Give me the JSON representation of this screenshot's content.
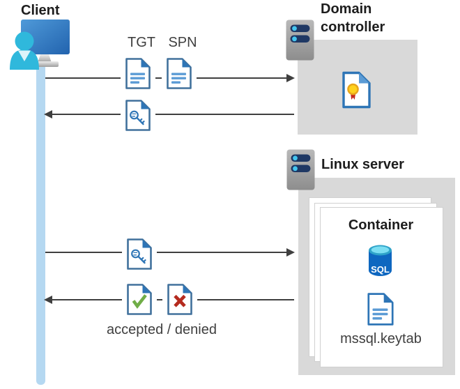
{
  "client": {
    "label": "Client"
  },
  "domain_controller": {
    "label": "Domain controller"
  },
  "linux_server": {
    "label": "Linux server"
  },
  "container": {
    "label": "Container",
    "sql_badge": "SQL",
    "keytab_label": "mssql.keytab"
  },
  "flows": [
    {
      "direction": "right",
      "from": "client",
      "to": "domain_controller",
      "labels": [
        "TGT",
        "SPN"
      ]
    },
    {
      "direction": "left",
      "from": "domain_controller",
      "to": "client"
    },
    {
      "direction": "right",
      "from": "client",
      "to": "linux_server"
    },
    {
      "direction": "left",
      "from": "linux_server",
      "to": "client",
      "caption": "accepted / denied"
    }
  ],
  "icons": {
    "client": "user-at-monitor-icon",
    "servers": "server-icon",
    "tickets": [
      "document-ticket-icon",
      "key-ticket-icon",
      "accepted-check-icon",
      "denied-x-icon"
    ],
    "domain_controller_content": "certificate-icon",
    "container_content": [
      "sql-database-icon",
      "keytab-file-icon"
    ]
  },
  "colors": {
    "accent_blue": "#2e75b6",
    "doc_border_blue": "#41719c",
    "doc_line_blue": "#5b9bd5",
    "accepted_green": "#70ad47",
    "denied_red": "#b52a1e",
    "client_cyan": "#2fb8dc",
    "lifeline_blue": "#b5d8f1",
    "zone_gray": "#d9d9d9",
    "server_pill_navy": "#1f3864",
    "server_dot_cyan": "#45c6ef",
    "sql_body_blue": "#0e67c0",
    "cert_gold": "#ffd21e",
    "cert_ribbon_red": "#c5281c",
    "arrow_gray": "#3f3f3f"
  }
}
